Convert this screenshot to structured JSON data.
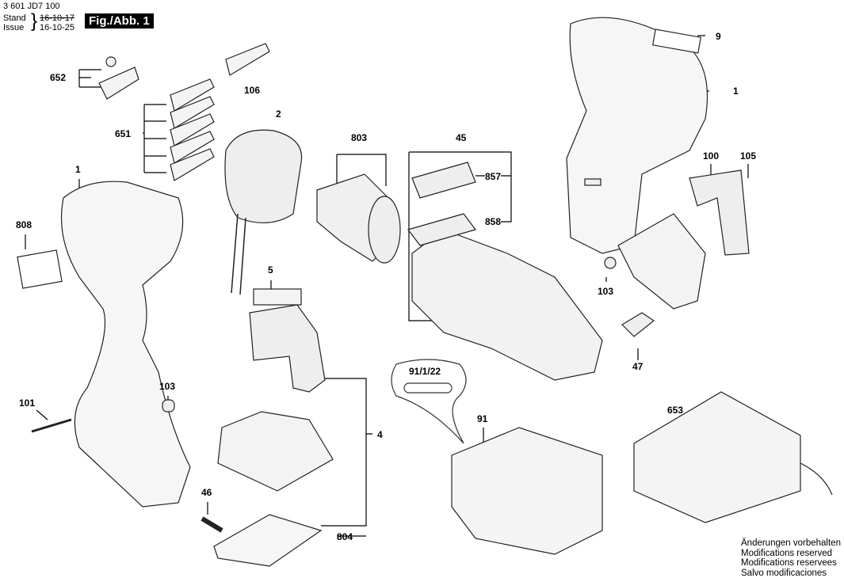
{
  "header": {
    "doc_number": "3 601 JD7 100",
    "stand_label": "Stand",
    "issue_label": "Issue",
    "stand_date": "16-10-17",
    "issue_date": "16-10-25",
    "figure_label": "Fig./Abb. 1"
  },
  "parts": [
    {
      "id": "652"
    },
    {
      "id": "106"
    },
    {
      "id": "651"
    },
    {
      "id": "2"
    },
    {
      "id": "803"
    },
    {
      "id": "45"
    },
    {
      "id": "857"
    },
    {
      "id": "858"
    },
    {
      "id": "9"
    },
    {
      "id": "1"
    },
    {
      "id": "100"
    },
    {
      "id": "105"
    },
    {
      "id": "1"
    },
    {
      "id": "808"
    },
    {
      "id": "5"
    },
    {
      "id": "103"
    },
    {
      "id": "47"
    },
    {
      "id": "91/1/22"
    },
    {
      "id": "101"
    },
    {
      "id": "103"
    },
    {
      "id": "4"
    },
    {
      "id": "91"
    },
    {
      "id": "653"
    },
    {
      "id": "46"
    },
    {
      "id": "804"
    }
  ],
  "footer": {
    "lines": [
      "Änderungen vorbehalten",
      "Modifications reserved",
      "Modifications reservees",
      "Salvo modificaciones"
    ]
  }
}
